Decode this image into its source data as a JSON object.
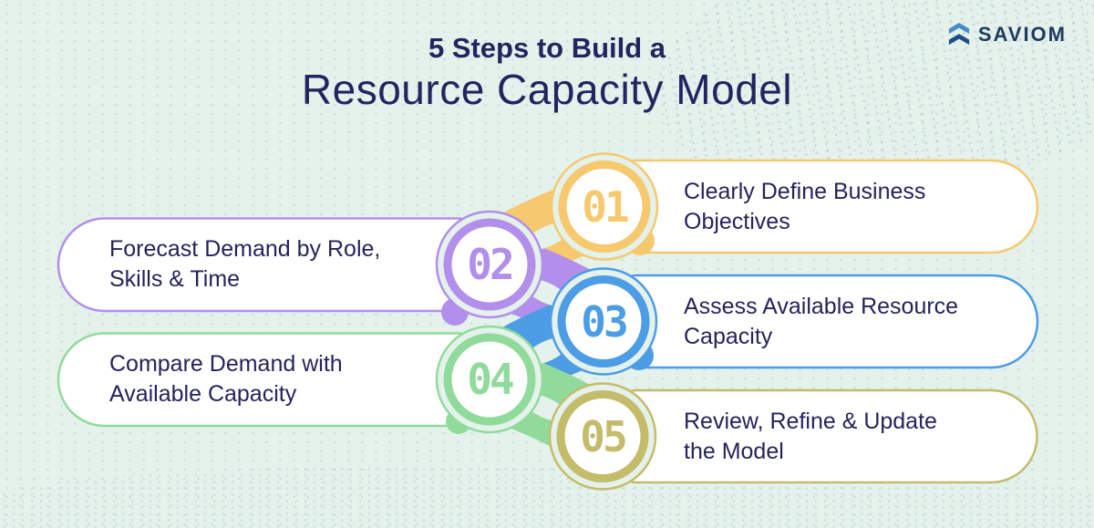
{
  "header": {
    "title_line1": "5 Steps to Build a",
    "title_line2": "Resource Capacity Model"
  },
  "logo": {
    "text": "SAVIOM"
  },
  "steps": [
    {
      "number": "01",
      "lines": [
        "Clearly Define Business",
        "Objectives"
      ],
      "color": "#F6C96E"
    },
    {
      "number": "02",
      "lines": [
        "Forecast Demand by Role,",
        "Skills & Time"
      ],
      "color": "#B28FEA"
    },
    {
      "number": "03",
      "lines": [
        "Assess Available Resource",
        "Capacity"
      ],
      "color": "#4C9CE6"
    },
    {
      "number": "04",
      "lines": [
        "Compare Demand with",
        "Available Capacity"
      ],
      "color": "#90DB9B"
    },
    {
      "number": "05",
      "lines": [
        "Review, Refine & Update",
        "the Model"
      ],
      "color": "#C4BB6B"
    }
  ],
  "colors": {
    "background": "#E4F2EB",
    "step_text": "#24245C",
    "title_text": "#232460",
    "logo_navy": "#1E3A60",
    "logo_blue_light": "#4B8AC9",
    "logo_blue_dark": "#1F4D86",
    "pill_fill": "#FFFFFF"
  }
}
